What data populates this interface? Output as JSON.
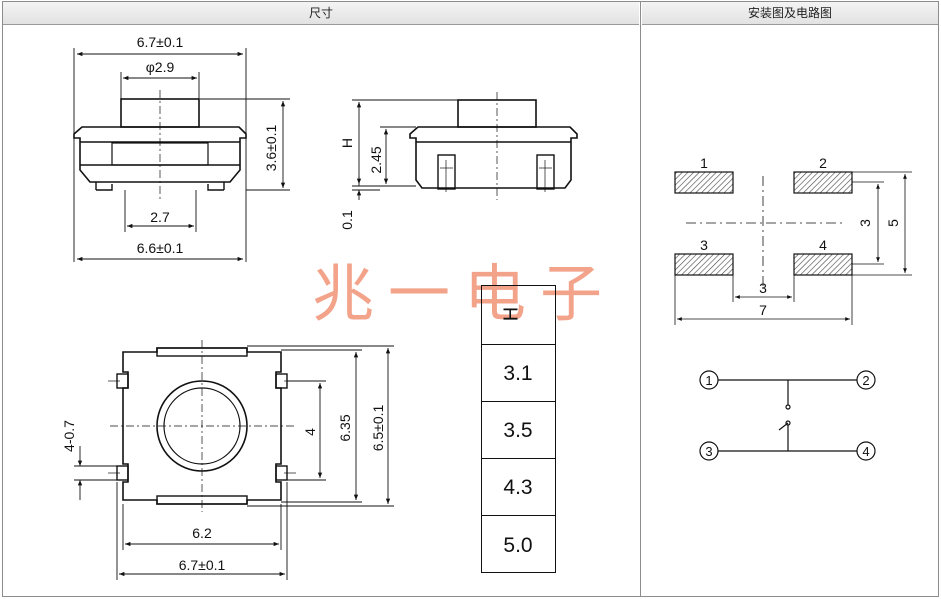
{
  "headers": {
    "dimensions": "尺寸",
    "install": "安装图及电路图"
  },
  "watermark": "兆一电子",
  "front_view": {
    "top_width": "6.7±0.1",
    "cap_dia": "φ2.9",
    "height": "3.6±0.1",
    "leg_gap": "2.7",
    "bottom_width": "6.6±0.1"
  },
  "side_view": {
    "h": "H",
    "h245": "2.45",
    "h01": "0.1"
  },
  "top_view": {
    "left": "4-0.7",
    "inner": "4",
    "h635": "6.35",
    "h65": "6.5±0.1",
    "w62": "6.2",
    "w67": "6.7±0.1"
  },
  "h_table": {
    "header": "H",
    "values": [
      "3.1",
      "3.5",
      "4.3",
      "5.0"
    ]
  },
  "pad_layout": {
    "pads": [
      "1",
      "2",
      "3",
      "4"
    ],
    "gap": "3",
    "width": "7",
    "pitch": "3",
    "height": "5"
  },
  "circuit": {
    "pins": [
      "1",
      "2",
      "3",
      "4"
    ]
  }
}
